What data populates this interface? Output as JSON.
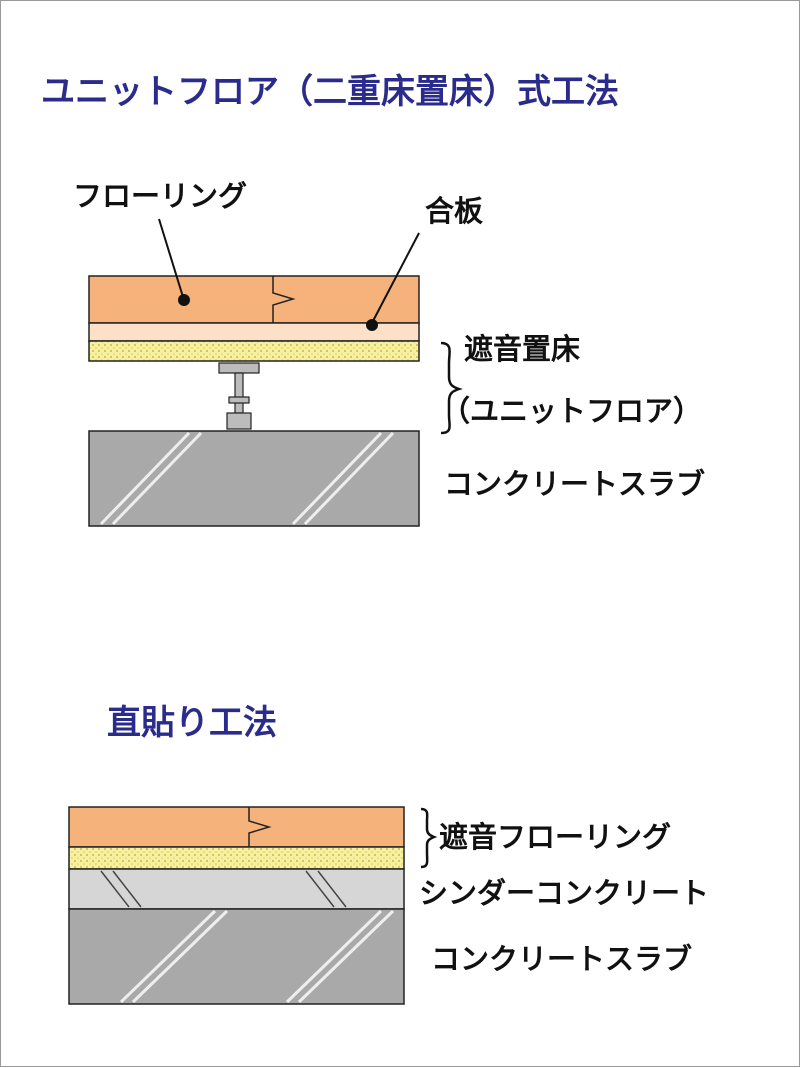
{
  "colors": {
    "title": "#2b2b8c",
    "flooring": "#f5b27a",
    "plywood": "#fde0c8",
    "cushion": "#f6f0a0",
    "slab": "#a9a9a9",
    "cinder": "#d6d6d6",
    "support": "#bcbcbc",
    "line": "#222222"
  },
  "unit_method": {
    "title": "ユニットフロア（二重床置床）式工法",
    "label_flooring": "フローリング",
    "label_plywood": "合板",
    "label_floor_system": "遮音置床",
    "label_floor_system_sub": "（ユニットフロア）",
    "label_slab": "コンクリートスラブ"
  },
  "direct_method": {
    "title": "直貼り工法",
    "label_flooring": "遮音フローリング",
    "label_cinder": "シンダーコンクリート",
    "label_slab": "コンクリートスラブ"
  }
}
